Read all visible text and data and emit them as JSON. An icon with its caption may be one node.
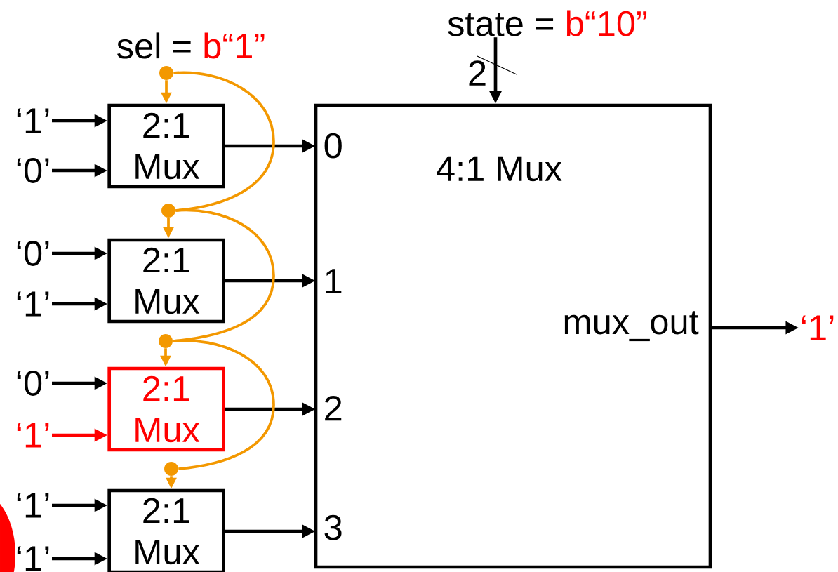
{
  "diagram": {
    "nodes": [
      {
        "text": [
          "4:1 Mux"
        ]
      },
      {
        "text": [
          "0"
        ],
        "in": 0
      },
      {
        "text": [
          "1"
        ],
        "in": 0
      },
      {
        "text": [
          "2"
        ],
        "in": 0
      },
      {
        "text": [
          "3"
        ],
        "in": 0
      },
      {
        "text": [
          "mux_out"
        ],
        "in": 0
      },
      {
        "text": [
          "2:1 Mux"
        ]
      },
      {
        "text": [
          "2:1 Mux"
        ]
      },
      {
        "text": [
          "2:1 Mux"
        ]
      },
      {
        "text": [
          "2:1 Mux"
        ]
      },
      {
        "text": [
          "‘1’"
        ]
      },
      {
        "text": [
          "‘0’"
        ]
      },
      {
        "text": [
          "‘0’"
        ]
      },
      {
        "text": [
          "‘1’"
        ]
      },
      {
        "text": [
          "‘0’"
        ]
      },
      {
        "text": [
          "‘1’"
        ]
      },
      {
        "text": [
          "‘1’"
        ]
      },
      {
        "text": [
          "‘1’"
        ]
      },
      {
        "text": [
          "‘1’"
        ]
      },
      {
        "text": [
          "sel =",
          "b“1”"
        ]
      },
      {
        "text": [
          "state =",
          "b“10”"
        ]
      },
      {
        "text": [],
        "shape": "circle"
      },
      {
        "text": [],
        "shape": "circle"
      },
      {
        "text": [],
        "shape": "circle"
      },
      {
        "text": [],
        "shape": "circle"
      },
      {
        "text": [],
        "shape": "circle"
      }
    ],
    "edges": [
      {
        "from": 10,
        "to": 6,
        "arrow": "to"
      },
      {
        "from": 11,
        "to": 6,
        "arrow": "to"
      },
      {
        "from": 12,
        "to": 7,
        "arrow": "to"
      },
      {
        "from": 13,
        "to": 7,
        "arrow": "to"
      },
      {
        "from": 14,
        "to": 8,
        "arrow": "to"
      },
      {
        "from": 15,
        "to": 8,
        "arrow": "to",
        "color": "#ff0000"
      },
      {
        "from": 16,
        "to": 9,
        "arrow": "to"
      },
      {
        "from": 17,
        "to": 9,
        "arrow": "to"
      },
      {
        "from": 6,
        "to": 1,
        "arrow": "to"
      },
      {
        "from": 7,
        "to": 2,
        "arrow": "to"
      },
      {
        "from": 8,
        "to": 3,
        "arrow": "to"
      },
      {
        "from": 9,
        "to": 4,
        "arrow": "to"
      },
      {
        "from": 0,
        "to": 18,
        "arrow": "to"
      },
      {
        "from": 20,
        "to": 0,
        "arrow": "to",
        "label": "2"
      },
      {
        "from": 21,
        "to": 6,
        "arrow": "to",
        "color": "#f39800"
      },
      {
        "from": 22,
        "to": 7,
        "arrow": "to",
        "color": "#f39800"
      },
      {
        "from": 23,
        "to": 8,
        "arrow": "to",
        "color": "#f39800"
      },
      {
        "from": 24,
        "to": 9,
        "arrow": "to",
        "color": "#f39800"
      },
      {
        "from": 21,
        "to": 22,
        "arrow": "none",
        "color": "#f39800"
      },
      {
        "from": 22,
        "to": 23,
        "arrow": "none",
        "color": "#f39800"
      },
      {
        "from": 23,
        "to": 24,
        "arrow": "none",
        "color": "#f39800"
      }
    ]
  }
}
